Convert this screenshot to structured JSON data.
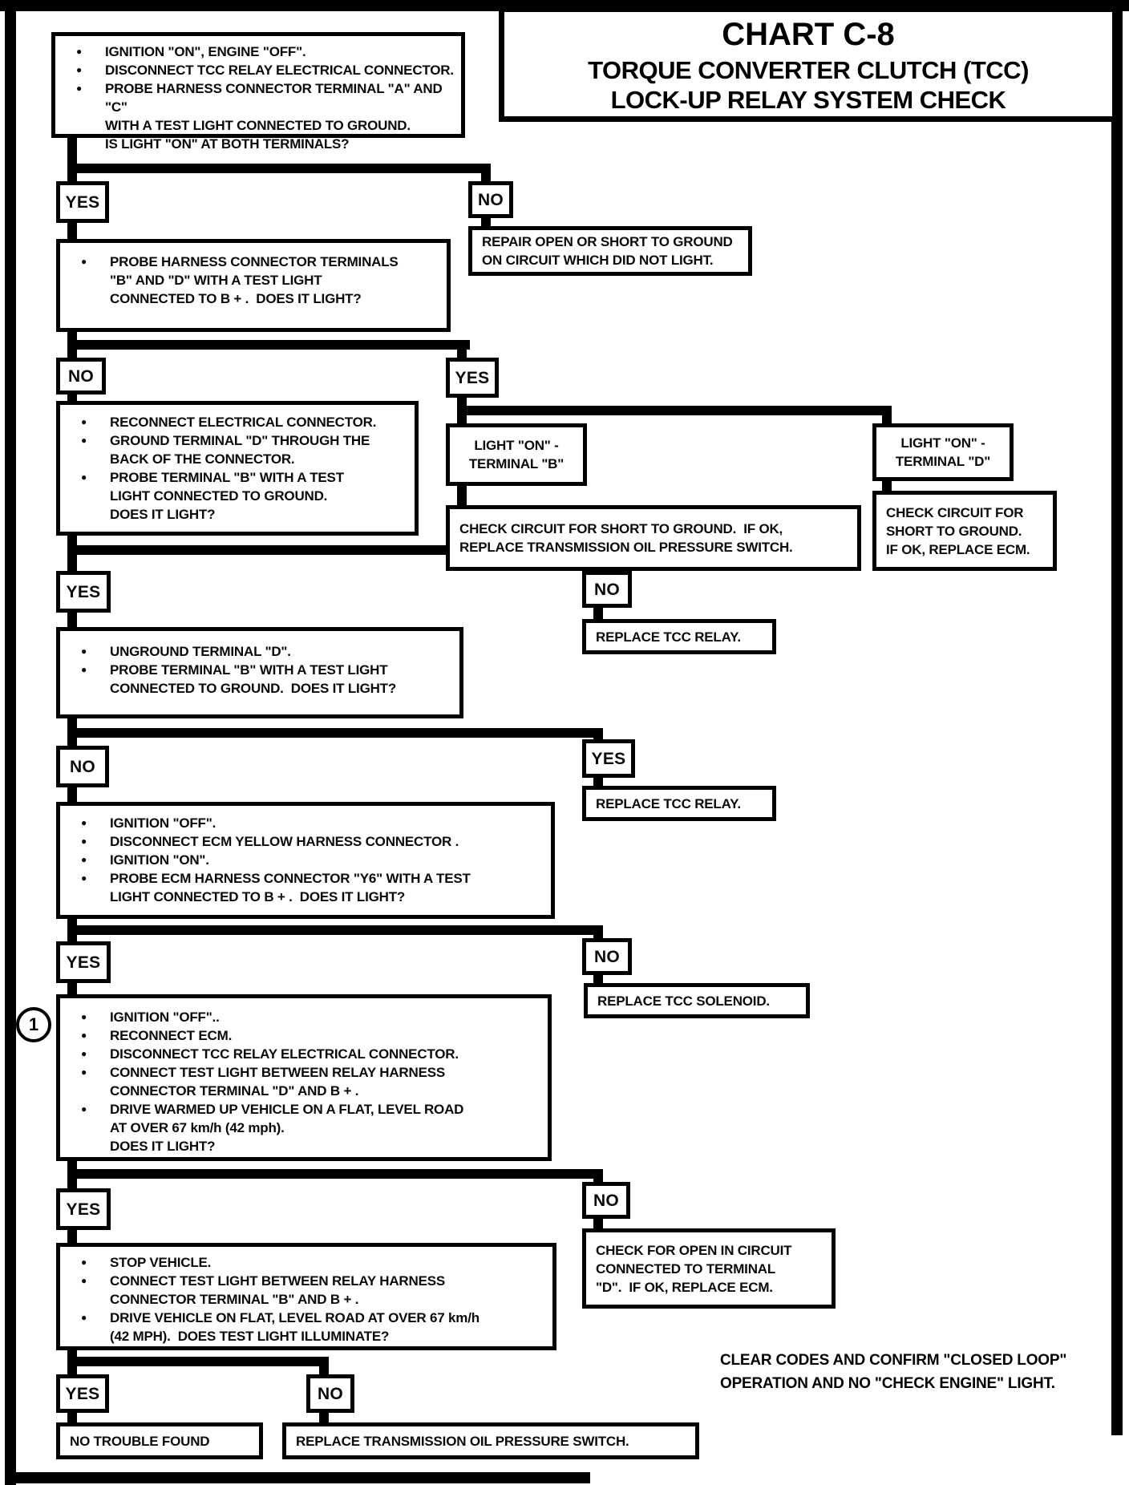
{
  "title": {
    "chart": "CHART C-8",
    "sub1": "TORQUE CONVERTER CLUTCH (TCC)",
    "sub2": "LOCK-UP RELAY SYSTEM CHECK"
  },
  "labels": {
    "yes": "YES",
    "no": "NO"
  },
  "callout": {
    "number": "1"
  },
  "note": "CLEAR CODES AND CONFIRM \"CLOSED LOOP\"\nOPERATION AND NO \"CHECK ENGINE\" LIGHT.",
  "colors": {
    "ink": "#000000",
    "paper": "#ffffff"
  },
  "boxes": {
    "start": {
      "items": [
        "IGNITION \"ON\", ENGINE \"OFF\".",
        "DISCONNECT TCC RELAY ELECTRICAL CONNECTOR.",
        "PROBE HARNESS CONNECTOR TERMINAL \"A\" AND \"C\"\nWITH A TEST LIGHT CONNECTED TO GROUND.\nIS LIGHT \"ON\" AT BOTH TERMINALS?"
      ]
    },
    "probe_bd": {
      "items": [
        "PROBE HARNESS CONNECTOR TERMINALS\n\"B\" AND \"D\" WITH A TEST LIGHT\nCONNECTED TO B + .  DOES IT LIGHT?"
      ]
    },
    "repair_open": {
      "text": "REPAIR OPEN OR SHORT TO GROUND\nON CIRCUIT WHICH DID NOT LIGHT."
    },
    "reconnect": {
      "items": [
        "RECONNECT ELECTRICAL CONNECTOR.",
        "GROUND TERMINAL \"D\" THROUGH THE\nBACK OF THE CONNECTOR.",
        "PROBE TERMINAL \"B\" WITH A TEST\nLIGHT CONNECTED TO GROUND.\nDOES IT LIGHT?"
      ]
    },
    "light_on_b": {
      "text": "LIGHT \"ON\" -\nTERMINAL \"B\""
    },
    "light_on_d": {
      "text": "LIGHT \"ON\" -\nTERMINAL \"D\""
    },
    "check_short_b": {
      "text": "CHECK CIRCUIT FOR SHORT TO GROUND.  IF OK,\nREPLACE TRANSMISSION OIL PRESSURE SWITCH."
    },
    "check_short_d": {
      "text": "CHECK CIRCUIT FOR\nSHORT TO GROUND.\nIF OK, REPLACE ECM."
    },
    "unground": {
      "items": [
        "UNGROUND TERMINAL \"D\".",
        "PROBE TERMINAL \"B\" WITH A TEST LIGHT\nCONNECTED TO GROUND.  DOES IT LIGHT?"
      ]
    },
    "replace_relay_no": {
      "text": "REPLACE TCC RELAY."
    },
    "replace_relay_yes": {
      "text": "REPLACE TCC RELAY."
    },
    "ecm_probe": {
      "items": [
        "IGNITION \"OFF\".",
        "DISCONNECT ECM YELLOW HARNESS CONNECTOR .",
        "IGNITION \"ON\".",
        "PROBE ECM HARNESS CONNECTOR \"Y6\" WITH A TEST\nLIGHT CONNECTED TO B + .  DOES IT LIGHT?"
      ]
    },
    "replace_solenoid": {
      "text": "REPLACE TCC SOLENOID."
    },
    "drive_test": {
      "items": [
        "IGNITION \"OFF\"..",
        "RECONNECT ECM.",
        "DISCONNECT TCC RELAY ELECTRICAL CONNECTOR.",
        "CONNECT TEST LIGHT BETWEEN RELAY HARNESS\nCONNECTOR TERMINAL \"D\" AND B + .",
        "DRIVE WARMED UP VEHICLE ON A FLAT, LEVEL ROAD\nAT OVER 67 km/h (42 mph).\nDOES IT LIGHT?"
      ]
    },
    "check_open_d": {
      "text": "CHECK FOR OPEN IN CIRCUIT\nCONNECTED TO TERMINAL\n\"D\".  IF OK, REPLACE ECM."
    },
    "stop_vehicle": {
      "items": [
        "STOP VEHICLE.",
        "CONNECT TEST LIGHT BETWEEN RELAY HARNESS\nCONNECTOR TERMINAL \"B\" AND B + .",
        "DRIVE VEHICLE ON FLAT, LEVEL ROAD AT OVER 67 km/h\n(42 MPH).  DOES TEST LIGHT ILLUMINATE?"
      ]
    },
    "no_trouble": {
      "text": "NO TROUBLE FOUND"
    },
    "replace_switch": {
      "text": "REPLACE TRANSMISSION OIL PRESSURE SWITCH."
    }
  }
}
